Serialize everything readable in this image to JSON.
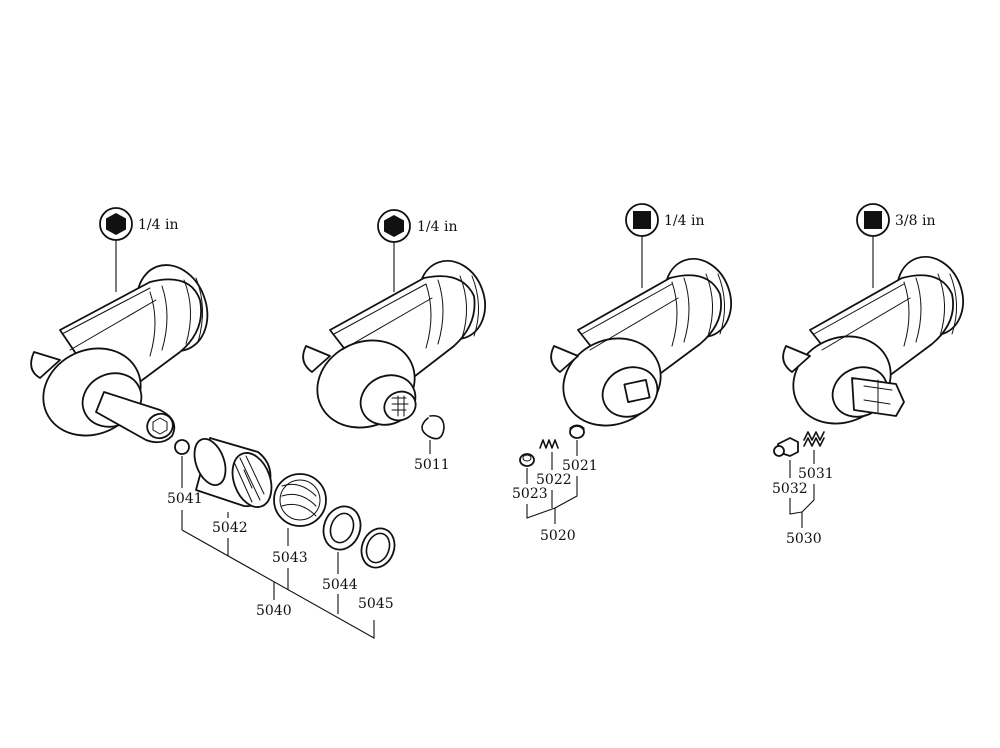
{
  "colors": {
    "ink": "#111111",
    "background": "#ffffff"
  },
  "assemblies": [
    {
      "drive_icon": "hexagon-icon",
      "size_label": "1/4 in",
      "parts": [
        {
          "id": "5041"
        },
        {
          "id": "5042"
        },
        {
          "id": "5043"
        },
        {
          "id": "5044"
        },
        {
          "id": "5045"
        }
      ],
      "group_id": "5040"
    },
    {
      "drive_icon": "hexagon-icon",
      "size_label": "1/4 in",
      "parts": [
        {
          "id": "5011"
        }
      ]
    },
    {
      "drive_icon": "square-icon",
      "size_label": "1/4 in",
      "parts": [
        {
          "id": "5021"
        },
        {
          "id": "5022"
        },
        {
          "id": "5023"
        }
      ],
      "group_id": "5020"
    },
    {
      "drive_icon": "square-icon",
      "size_label": "3/8 in",
      "parts": [
        {
          "id": "5031"
        },
        {
          "id": "5032"
        }
      ],
      "group_id": "5030"
    }
  ]
}
